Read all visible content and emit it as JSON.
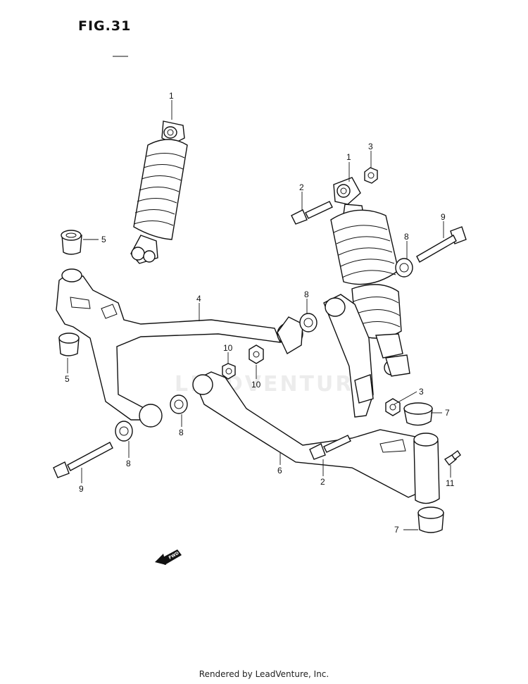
{
  "figure": {
    "title": "FIG.31"
  },
  "watermark": {
    "text": "LEADVENTURE"
  },
  "footer": {
    "credit": "Rendered by LeadVenture, Inc."
  },
  "fwd_marker": {
    "text": "FWD"
  },
  "callouts": [
    {
      "id": "c1a",
      "label": "1"
    },
    {
      "id": "c1b",
      "label": "1"
    },
    {
      "id": "c2a",
      "label": "2"
    },
    {
      "id": "c2b",
      "label": "2"
    },
    {
      "id": "c3a",
      "label": "3"
    },
    {
      "id": "c3b",
      "label": "3"
    },
    {
      "id": "c4",
      "label": "4"
    },
    {
      "id": "c5a",
      "label": "5"
    },
    {
      "id": "c5b",
      "label": "5"
    },
    {
      "id": "c6",
      "label": "6"
    },
    {
      "id": "c7a",
      "label": "7"
    },
    {
      "id": "c7b",
      "label": "7"
    },
    {
      "id": "c8a",
      "label": "8"
    },
    {
      "id": "c8b",
      "label": "8"
    },
    {
      "id": "c8c",
      "label": "8"
    },
    {
      "id": "c8d",
      "label": "8"
    },
    {
      "id": "c9a",
      "label": "9"
    },
    {
      "id": "c9b",
      "label": "9"
    },
    {
      "id": "c10a",
      "label": "10"
    },
    {
      "id": "c10b",
      "label": "10"
    },
    {
      "id": "c11",
      "label": "11"
    }
  ]
}
